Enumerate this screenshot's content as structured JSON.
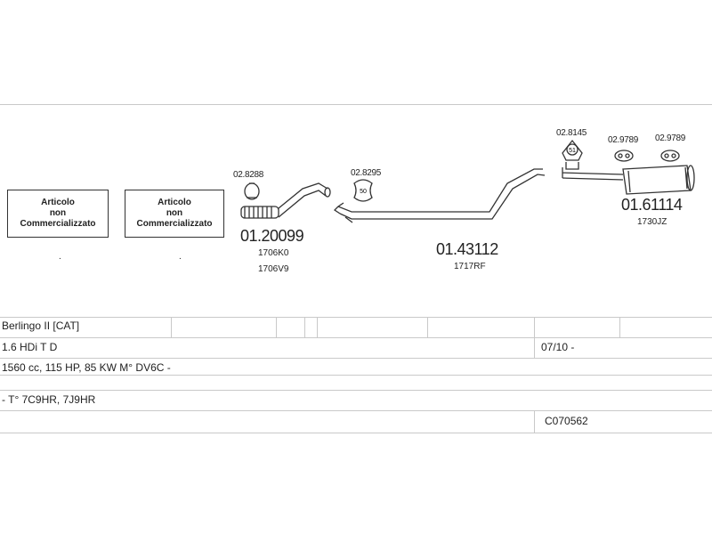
{
  "not_sold_boxes": [
    {
      "line1": "Articolo",
      "line2": "non",
      "line3": "Commercializzato",
      "dot": "."
    },
    {
      "line1": "Articolo",
      "line2": "non",
      "line3": "Commercializzato",
      "dot": "."
    }
  ],
  "parts": {
    "clamp_1": "02.8288",
    "front_pipe": {
      "code": "01.20099",
      "refs": [
        "1706K0",
        "1706V9"
      ]
    },
    "clamp_2": "02.8295",
    "center_pipe": {
      "code": "01.43112",
      "refs": [
        "1717RF"
      ]
    },
    "hanger_1": "02.8145",
    "hanger_2": "02.9789",
    "hanger_3": "02.9789",
    "rear_silencer": {
      "code": "01.61114",
      "refs": [
        "1730JZ"
      ]
    },
    "hanger_label": "51",
    "clamp_label": "50"
  },
  "vehicle_table": {
    "model": "Berlingo II  [CAT]",
    "engine": "1.6 HDi T D",
    "date_range": "07/10 -",
    "specs": "1560 cc, 115 HP, 85 KW M° DV6C -",
    "type_codes": "- T° 7C9HR, 7J9HR",
    "catalog_code": "C070562"
  },
  "colors": {
    "line": "#c9c9c9",
    "ink": "#333333"
  }
}
